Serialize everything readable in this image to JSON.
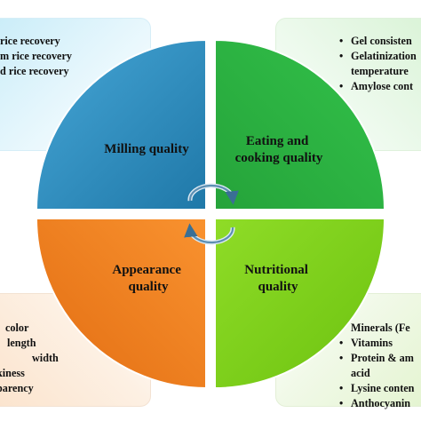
{
  "boxes": {
    "top_left": [
      "rice recovery",
      "m rice recovery",
      "d rice recovery"
    ],
    "top_right": [
      "Gel consisten",
      "Gelatinization",
      "temperature",
      "Amylose cont"
    ],
    "bottom_left": [
      "color",
      "length",
      "width",
      "kiness",
      "parency"
    ],
    "bottom_right": [
      "Minerals (Fe",
      "Vitamins",
      "Protein & am",
      "acid",
      "Lysine conten",
      "Anthocyanin"
    ]
  },
  "quadrants": {
    "milling": [
      "Milling quality"
    ],
    "eating": [
      "Eating and",
      "cooking quality"
    ],
    "appearance": [
      "Appearance",
      "quality"
    ],
    "nutritional": [
      "Nutritional",
      "quality"
    ]
  },
  "colors": {
    "milling": "#2e8fc0",
    "eating": "#2eb844",
    "appearance": "#f07e1e",
    "nutritional": "#7fd11b"
  }
}
